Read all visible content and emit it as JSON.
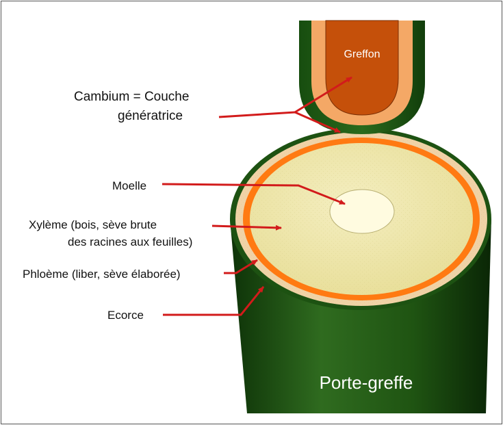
{
  "labels": {
    "scion": "Greffon",
    "cambium_line1": "Cambium = Couche",
    "cambium_line2": "génératrice",
    "pith": "Moelle",
    "xylem_line1": "Xylème (bois, sève brute",
    "xylem_line2": "des racines aux feuilles)",
    "phloem": "Phloème (liber, sève élaborée)",
    "bark": "Ecorce",
    "rootstock": "Porte-greffe"
  },
  "colors": {
    "bark": "#1f5a14",
    "bark_dark": "#0b2a07",
    "phloem": "#f0d2a6",
    "cambium": "#ff7a12",
    "xylem": "#eee6a2",
    "pith": "#fffbe0",
    "scion_core": "#c5500a",
    "scion_cambium": "#f4a866",
    "arrow": "#d21b1b"
  }
}
